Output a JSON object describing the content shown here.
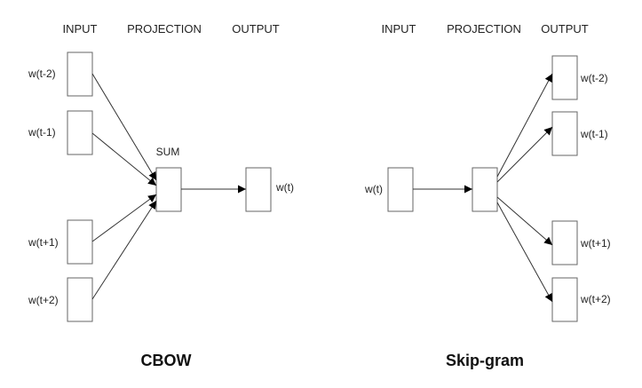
{
  "cbow": {
    "title": "CBOW",
    "headers": {
      "input": "INPUT",
      "projection": "PROJECTION",
      "output": "OUTPUT"
    },
    "inputs": [
      "w(t-2)",
      "w(t-1)",
      "w(t+1)",
      "w(t+2)"
    ],
    "projection_label": "SUM",
    "output": "w(t)"
  },
  "skipgram": {
    "title": "Skip-gram",
    "headers": {
      "input": "INPUT",
      "projection": "PROJECTION",
      "output": "OUTPUT"
    },
    "input": "w(t)",
    "outputs": [
      "w(t-2)",
      "w(t-1)",
      "w(t+1)",
      "w(t+2)"
    ]
  },
  "colors": {
    "box_stroke": "#666666",
    "edge": "#333333",
    "arrow": "#000000"
  }
}
